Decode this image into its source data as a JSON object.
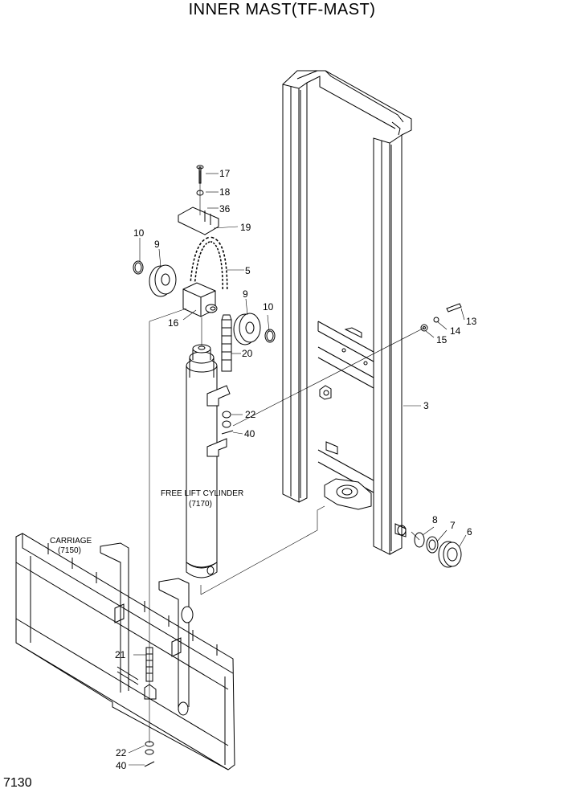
{
  "title": "INNER MAST(TF-MAST)",
  "page_code": "7130",
  "assemblies": {
    "free_lift_cylinder": {
      "name": "FREE LIFT CYLINDER",
      "ref": "(7170)"
    },
    "carriage": {
      "name": "CARRIAGE",
      "ref": "(7150)"
    }
  },
  "callouts": [
    {
      "id": "c17",
      "label": "17"
    },
    {
      "id": "c18",
      "label": "18"
    },
    {
      "id": "c36",
      "label": "36"
    },
    {
      "id": "c19",
      "label": "19"
    },
    {
      "id": "c10a",
      "label": "10"
    },
    {
      "id": "c9a",
      "label": "9"
    },
    {
      "id": "c5",
      "label": "5"
    },
    {
      "id": "c9b",
      "label": "9"
    },
    {
      "id": "c10b",
      "label": "10"
    },
    {
      "id": "c16",
      "label": "16"
    },
    {
      "id": "c20",
      "label": "20"
    },
    {
      "id": "c13",
      "label": "13"
    },
    {
      "id": "c14",
      "label": "14"
    },
    {
      "id": "c15",
      "label": "15"
    },
    {
      "id": "c3",
      "label": "3"
    },
    {
      "id": "c22a",
      "label": "22"
    },
    {
      "id": "c40a",
      "label": "40"
    },
    {
      "id": "c8",
      "label": "8"
    },
    {
      "id": "c7",
      "label": "7"
    },
    {
      "id": "c6",
      "label": "6"
    },
    {
      "id": "c21",
      "label": "21"
    },
    {
      "id": "c22b",
      "label": "22"
    },
    {
      "id": "c40b",
      "label": "40"
    }
  ]
}
